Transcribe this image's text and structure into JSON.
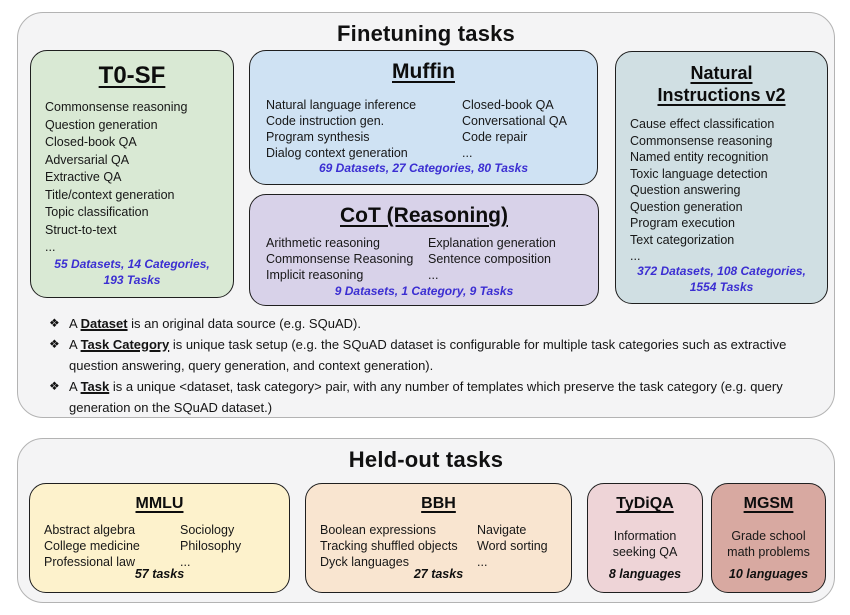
{
  "colors": {
    "panel_bg": "#f4f4f5",
    "panel_border": "#b3b3b3",
    "box_border": "#1f1f1f",
    "stats_text": "#3b2ed2",
    "t0sf_bg": "#d9e9d4",
    "muffin_bg": "#cfe2f3",
    "cot_bg": "#d8d2e9",
    "niv2_bg": "#d0dfe3",
    "mmlu_bg": "#fdf2cc",
    "bbh_bg": "#f9e5d0",
    "tydiqa_bg": "#eed4d7",
    "mgsm_bg": "#d8a9a1"
  },
  "finetuning": {
    "title": "Finetuning tasks",
    "t0sf": {
      "title_lines": [
        "T0-SF"
      ],
      "items": [
        "Commonsense reasoning",
        "Question generation",
        "Closed-book QA",
        "Adversarial QA",
        "Extractive QA",
        "Title/context generation",
        "Topic classification",
        "Struct-to-text",
        "..."
      ],
      "stats_lines": [
        "55 Datasets, 14 Categories,",
        "193 Tasks"
      ]
    },
    "muffin": {
      "title_lines": [
        "Muffin"
      ],
      "col1": [
        "Natural language inference",
        "Code instruction gen.",
        "Program synthesis",
        "Dialog context generation"
      ],
      "col2": [
        "Closed-book QA",
        "Conversational QA",
        "Code repair",
        "..."
      ],
      "stats_lines": [
        "69 Datasets, 27 Categories, 80 Tasks"
      ]
    },
    "cot": {
      "title_lines": [
        "CoT (Reasoning)"
      ],
      "col1": [
        "Arithmetic reasoning",
        "Commonsense Reasoning",
        "Implicit reasoning"
      ],
      "col2": [
        "Explanation generation",
        "Sentence composition",
        "..."
      ],
      "stats_lines": [
        "9 Datasets, 1 Category, 9 Tasks"
      ]
    },
    "niv2": {
      "title_lines": [
        "Natural",
        "Instructions v2"
      ],
      "items": [
        "Cause effect classification",
        "Commonsense reasoning",
        "Named entity recognition",
        "Toxic language detection",
        "Question answering",
        "Question generation",
        "Program execution",
        "Text categorization",
        "..."
      ],
      "stats_lines": [
        "372 Datasets, 108 Categories,",
        "1554 Tasks"
      ]
    },
    "notes": {
      "marker": "❖",
      "items": [
        {
          "prefix": "A ",
          "term": "Dataset",
          "rest": " is an original data source (e.g. SQuAD)."
        },
        {
          "prefix": "A ",
          "term": "Task Category",
          "rest": " is unique task setup (e.g. the SQuAD dataset is configurable for multiple task categories such as extractive question answering, query generation, and context generation)."
        },
        {
          "prefix": "A ",
          "term": "Task",
          "rest": " is a unique <dataset, task category> pair, with any number of templates which preserve the task category (e.g. query generation on the SQuAD dataset.)"
        }
      ]
    }
  },
  "heldout": {
    "title": "Held-out tasks",
    "mmlu": {
      "title_lines": [
        "MMLU"
      ],
      "col1": [
        "Abstract algebra",
        "College medicine",
        "Professional law"
      ],
      "col2": [
        "Sociology",
        "Philosophy",
        "..."
      ],
      "stats": "57 tasks"
    },
    "bbh": {
      "title_lines": [
        "BBH"
      ],
      "col1": [
        "Boolean expressions",
        "Tracking shuffled objects",
        "Dyck languages"
      ],
      "col2": [
        "Navigate",
        "Word sorting",
        "..."
      ],
      "stats": "27 tasks"
    },
    "tydiqa": {
      "title_lines": [
        "TyDiQA"
      ],
      "desc_lines": [
        "Information",
        "seeking QA"
      ],
      "stats": "8 languages"
    },
    "mgsm": {
      "title_lines": [
        "MGSM"
      ],
      "desc_lines": [
        "Grade school",
        "math problems"
      ],
      "stats": "10 languages"
    }
  }
}
